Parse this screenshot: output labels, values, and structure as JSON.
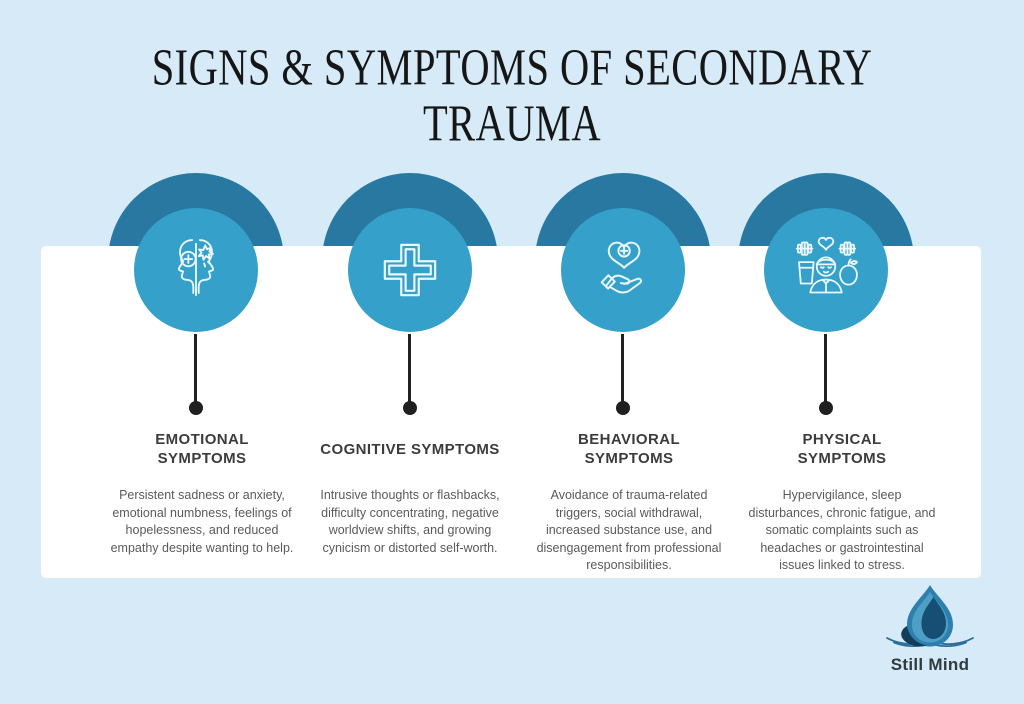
{
  "title": "SIGNS & SYMPTOMS OF SECONDARY\nTRAUMA",
  "colors": {
    "background": "#d6ebf7",
    "panel": "#ffffff",
    "circle": "#35a0c9",
    "dome": "#2878a2",
    "icon_stroke": "#eaf7fc",
    "stem": "#202020",
    "heading_text": "#3c3c3c",
    "body_text": "#5a5a5a",
    "title_text": "#161616",
    "logo_drop_dark": "#174e74",
    "logo_drop_mid": "#2d7fb0"
  },
  "columns": [
    {
      "heading": "EMOTIONAL\nSYMPTOMS",
      "icon": "dual-head-profiles-icon",
      "body": "Persistent sadness or anxiety, emotional numbness, feelings of hopelessness, and reduced empathy despite wanting to help."
    },
    {
      "heading": "COGNITIVE SYMPTOMS",
      "icon": "medical-cross-icon",
      "body": "Intrusive thoughts or flashbacks, difficulty concentrating, negative worldview shifts, and growing cynicism or distorted self-worth."
    },
    {
      "heading": "BEHAVIORAL\nSYMPTOMS",
      "icon": "hand-holding-heart-icon",
      "body": "Avoidance of trauma-related triggers, social withdrawal, increased substance use, and disengagement from professional responsibilities."
    },
    {
      "heading": "PHYSICAL\nSYMPTOMS",
      "icon": "healthy-lifestyle-icon",
      "body": "Hypervigilance, sleep disturbances, chronic fatigue, and somatic complaints such as headaches or gastrointestinal issues linked to stress."
    }
  ],
  "logo": {
    "text": "Still Mind",
    "icon": "water-drop-ripple-icon"
  }
}
